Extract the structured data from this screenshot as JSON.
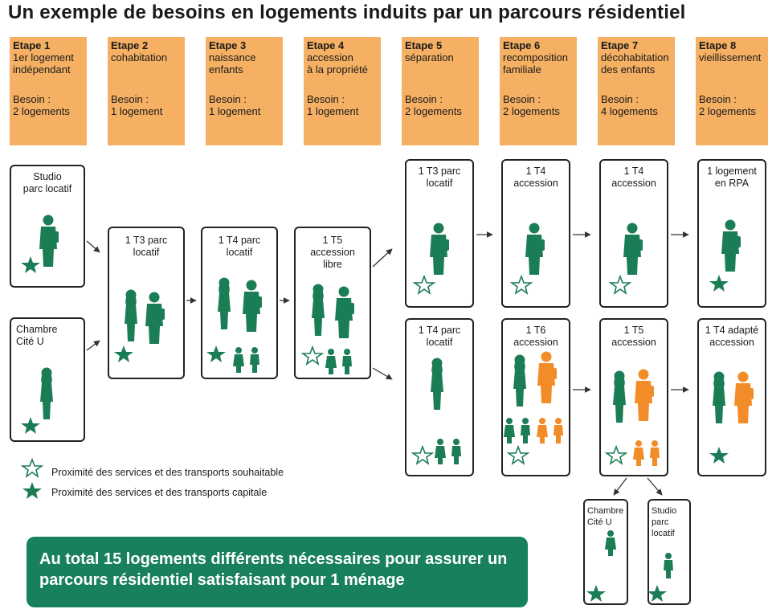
{
  "title": "Un exemple de besoins en logements induits par un parcours résidentiel",
  "colors": {
    "stage_bg": "#f5b063",
    "green": "#1b7d55",
    "orange": "#f28c28",
    "banner": "#18805a"
  },
  "stages": [
    {
      "title": "Etape 1",
      "label": "1er logement\nindépendant",
      "need": "Besoin :\n2 logements"
    },
    {
      "title": "Etape 2",
      "label": "cohabitation",
      "need": "Besoin :\n1 logement"
    },
    {
      "title": "Etape 3",
      "label": "naissance\nenfants",
      "need": "Besoin :\n1 logement"
    },
    {
      "title": "Etape 4",
      "label": "accession\nà la propriété",
      "need": "Besoin :\n1 logement"
    },
    {
      "title": "Etape 5",
      "label": "séparation",
      "need": "Besoin :\n2 logements"
    },
    {
      "title": "Etape 6",
      "label": "recomposition\nfamiliale",
      "need": "Besoin :\n2 logements"
    },
    {
      "title": "Etape 7",
      "label": "décohabitation\ndes enfants",
      "need": "Besoin :\n4 logements"
    },
    {
      "title": "Etape 8",
      "label": "vieillissement",
      "need": "Besoin :\n2 logements"
    }
  ],
  "housing": {
    "s1_studio": "Studio\nparc locatif",
    "s1_chambre": "Chambre\nCité U",
    "s2": "1 T3 parc\nlocatif",
    "s3": "1 T4 parc\nlocatif",
    "s4": "1 T5\naccession\nlibre",
    "s5_top": "1 T3 parc\nlocatif",
    "s5_bottom": "1 T4 parc\nlocatif",
    "s6_top": "1 T4\naccession",
    "s6_bottom": "1 T6\naccession",
    "s7_top": "1 T4\naccession",
    "s7_bottom": "1 T5\naccession",
    "s8_top": "1 logement\nen RPA",
    "s8_bottom": "1 T4 adapté\naccession",
    "sub_chambre": "Chambre\nCité U",
    "sub_studio": "Studio\nparc locatif"
  },
  "legend": {
    "outline": "Proximité des services et des transports souhaitable",
    "filled": "Proximité des services et des transports capitale"
  },
  "summary": "Au total 15 logements différents nécessaires pour assurer un\nparcours résidentiel satisfaisant pour 1 ménage"
}
